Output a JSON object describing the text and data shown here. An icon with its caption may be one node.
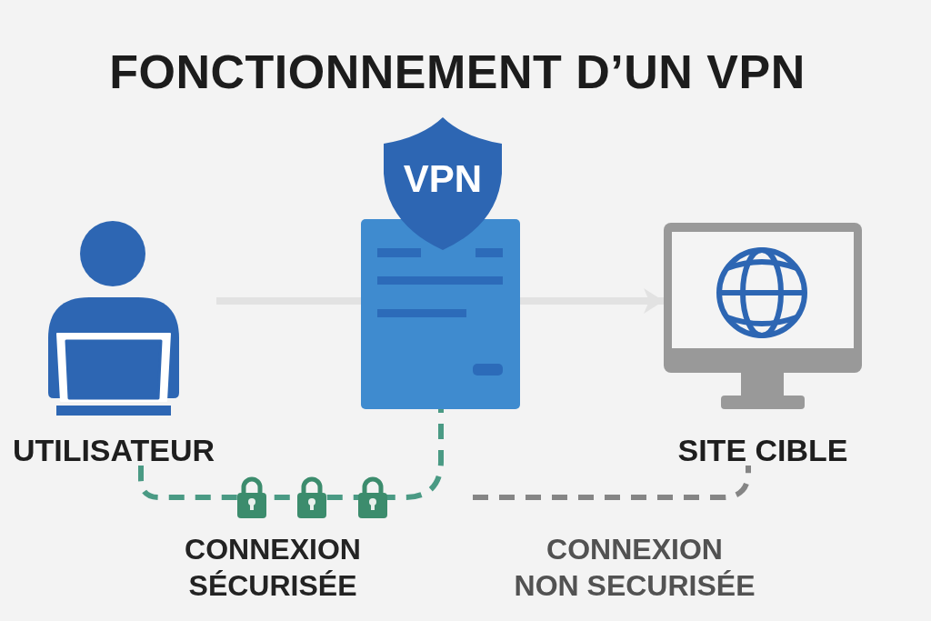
{
  "diagram": {
    "title": "FONCTIONNEMENT D’UN VPN",
    "nodes": [
      {
        "text": [
          "UTILISATEUR"
        ]
      },
      {
        "text": [
          "VPN"
        ]
      },
      {
        "text": [
          "SITE CIBLE"
        ]
      }
    ],
    "edges": [
      {
        "from": 0,
        "to": 1,
        "arrow": "none"
      },
      {
        "from": 1,
        "to": 2,
        "arrow": "to"
      },
      {
        "from": 0,
        "to": 1,
        "arrow": "none",
        "label": "CONNEXION SÉCURISÉE",
        "style": "dashed",
        "color": "#4a9a84"
      },
      {
        "from": null,
        "to": 2,
        "arrow": "none",
        "label": "CONNEXION NON SECURISÉE",
        "style": "dashed",
        "color": "#858585"
      }
    ]
  }
}
